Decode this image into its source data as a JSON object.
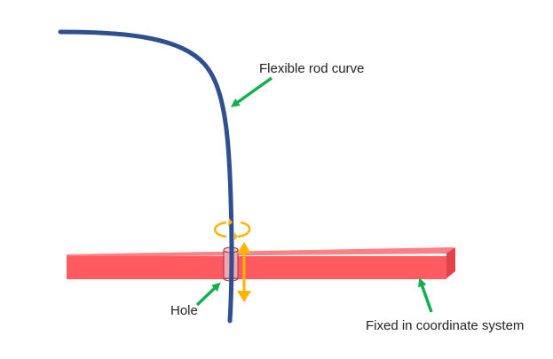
{
  "labels": {
    "rod": "Flexible rod curve",
    "hole": "Hole",
    "fixed": "Fixed in coordinate system"
  },
  "colors": {
    "rod": "#2f4f8f",
    "beam_front": "#ff5a5f",
    "beam_top": "#ff7f83",
    "beam_side": "#e0434a",
    "hole": "#f4a6b0",
    "pointer_arrow": "#12b04e",
    "motion_arrow": "#ffb400"
  }
}
